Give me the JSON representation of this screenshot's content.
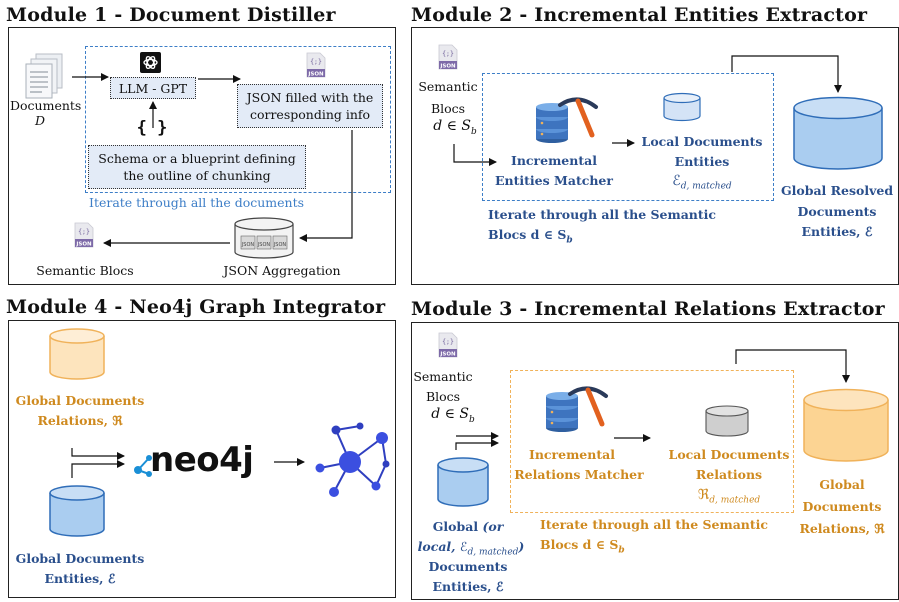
{
  "modules": {
    "m1": {
      "title": "Module 1 - Document Distiller",
      "documents_label": "Documents",
      "documents_symbol": "D",
      "llm_label": "LLM - GPT",
      "json_filled_line1": "JSON filled with the",
      "json_filled_line2": "corresponding info",
      "braces": "{ }",
      "schema_line1": "Schema or a blueprint defining",
      "schema_line2": "the outline of chunking",
      "iterate_label": "Iterate through all the documents",
      "semantic_blocs_label": "Semantic Blocs",
      "json_aggregation_label": "JSON Aggregation"
    },
    "m2": {
      "title": "Module 2 - Incremental Entities Extractor",
      "semantic_line1": "Semantic",
      "semantic_line2": "Blocs",
      "semantic_line3": "d ∈ S",
      "semantic_sub": "b",
      "matcher_line1": "Incremental",
      "matcher_line2": "Entities Matcher",
      "local_line1": "Local Documents",
      "local_line2": "Entities",
      "local_symbol": "ℰ",
      "local_sub": "d, matched",
      "global_line1": "Global Resolved",
      "global_line2": "Documents",
      "global_line3": "Entities, ℰ",
      "iterate_line1": "Iterate through all the Semantic",
      "iterate_line2": "Blocs d ∈ S",
      "iterate_sub": "b"
    },
    "m4": {
      "title": "Module 4 - Neo4j Graph Integrator",
      "relations_line1": "Global Documents",
      "relations_line2": "Relations, ℜ",
      "entities_line1": "Global Documents",
      "entities_line2": "Entities, ℰ",
      "neo4j_logo": "neo4j"
    },
    "m3": {
      "title": "Module 3 - Incremental Relations Extractor",
      "semantic_line1": "Semantic",
      "semantic_line2": "Blocs",
      "semantic_line3": "d ∈ S",
      "semantic_sub": "b",
      "matcher_line1": "Incremental",
      "matcher_line2": "Relations Matcher",
      "local_line1": "Local Documents",
      "local_line2": "Relations",
      "local_symbol": "ℜ",
      "local_sub": "d, matched",
      "global_line1": "Global",
      "global_line2": "Documents",
      "global_line3": "Relations, ℜ",
      "iterate_line1": "Iterate through all the Semantic",
      "iterate_line2": "Blocs d ∈ S",
      "iterate_sub": "b",
      "entities_line1a": "Global",
      "entities_line1b": "(or",
      "entities_line2a": "local,",
      "entities_line2b": "ℰ",
      "entities_line2sub": "d, matched",
      "entities_line2c": ")",
      "entities_line3": "Documents",
      "entities_line4": "Entities, ℰ"
    }
  },
  "icons": {
    "json_text": "{;}",
    "json_label": "JSON"
  },
  "colors": {
    "blue_text": "#2a4f8c",
    "orange_text": "#cf8a1f",
    "blue_db": "#3d7ec7",
    "orange_db": "#f0b25a",
    "box_fill": "#e3ebf7"
  }
}
